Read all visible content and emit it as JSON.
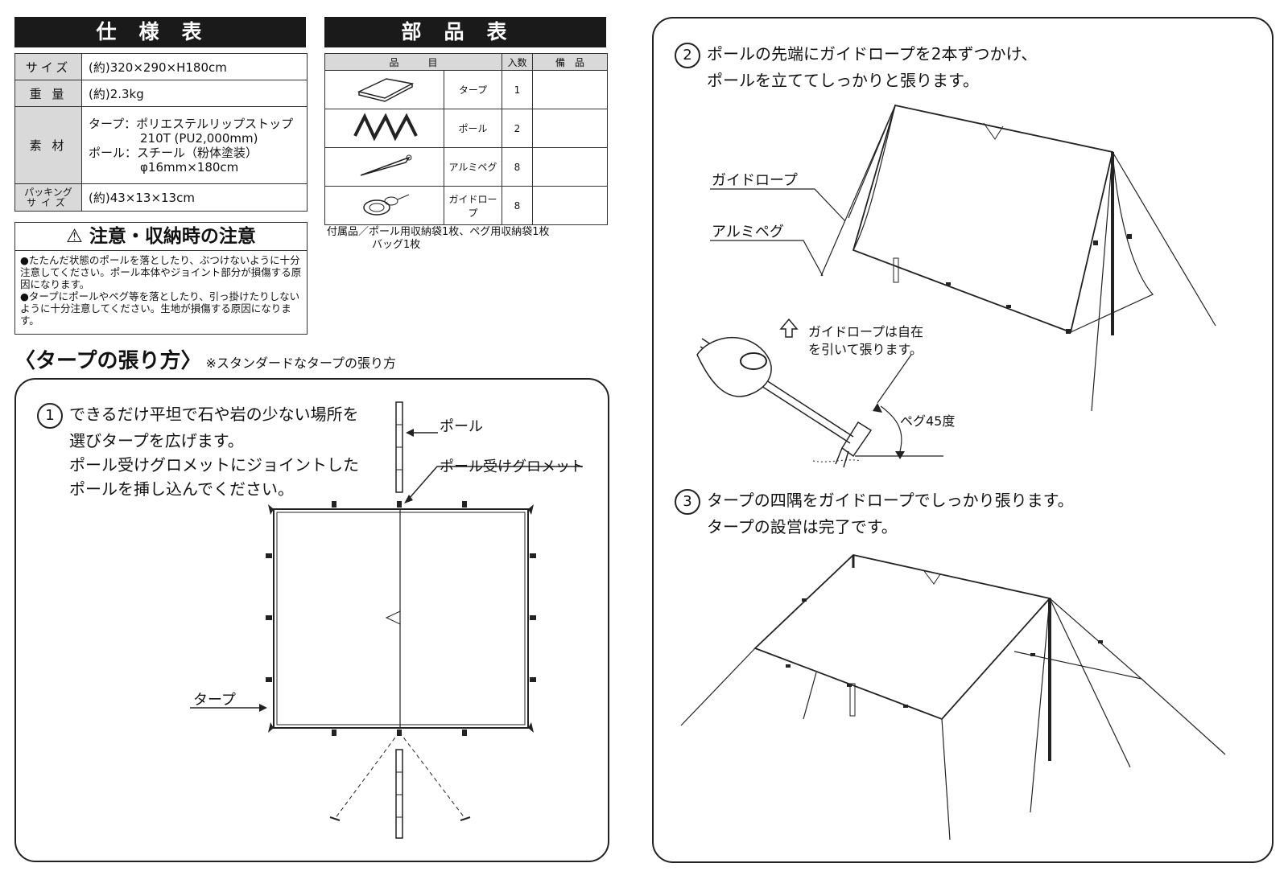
{
  "spec": {
    "header": "仕様表",
    "rows": [
      {
        "key": "サイズ",
        "value": "(約)320×290×H180cm"
      },
      {
        "key": "重 量",
        "value": "(約)2.3kg"
      },
      {
        "key": "素 材",
        "lines": [
          "タープ：ポリエステルリップストップ",
          "210T (PU2,000mm)",
          "ポール：スチール（粉体塗装）",
          "φ16mm×180cm"
        ]
      },
      {
        "key1": "パッキング",
        "key2": "サイズ",
        "value": "(約)43×13×13cm"
      }
    ]
  },
  "parts": {
    "header": "部品表",
    "columns": [
      "品　　　目",
      "入数",
      "備　品"
    ],
    "rows": [
      {
        "name": "タープ",
        "qty": "1",
        "icon": "folded-tarp-icon"
      },
      {
        "name": "ポール",
        "qty": "2",
        "icon": "pole-segments-icon"
      },
      {
        "name": "アルミペグ",
        "qty": "8",
        "icon": "peg-icon"
      },
      {
        "name": "ガイドロープ",
        "qty": "8",
        "icon": "rope-coil-icon"
      }
    ],
    "accessories_1": "付属品／ポール用収納袋1枚、ペグ用収納袋1枚",
    "accessories_2": "バッグ1枚"
  },
  "caution": {
    "title": "注意・収納時の注意",
    "items": [
      "●たたんだ状態のポールを落としたり、ぶつけないように十分注意してください。ポール本体やジョイント部分が損傷する原因になります。",
      "●タープにポールやペグ等を落としたり、引っ掛けたりしないように十分注意してください。生地が損傷する原因になります。"
    ]
  },
  "howto": {
    "title": "〈タープの張り方〉",
    "subtitle": "※スタンダードなタープの張り方"
  },
  "step1": {
    "num": "1",
    "lines": [
      "できるだけ平坦で石や岩の少ない場所を",
      "選びタープを広げます。",
      "ポール受けグロメットにジョイントした",
      "ポールを挿し込んでください。"
    ],
    "label_pole": "ポール",
    "label_grommet": "ポール受けグロメット",
    "label_tarp": "タープ"
  },
  "step2": {
    "num": "2",
    "lines": [
      "ポールの先端にガイドロープを2本ずつかけ、",
      "ポールを立ててしっかりと張ります。"
    ],
    "label_rope": "ガイドロープ",
    "label_peg": "アルミペグ",
    "label_pull_1": "ガイドロープは自在",
    "label_pull_2": "を引いて張ります。",
    "label_angle": "ペグ45度"
  },
  "step3": {
    "num": "3",
    "lines": [
      "タープの四隅をガイドロープでしっかり張ります。",
      "タープの設営は完了です。"
    ]
  }
}
